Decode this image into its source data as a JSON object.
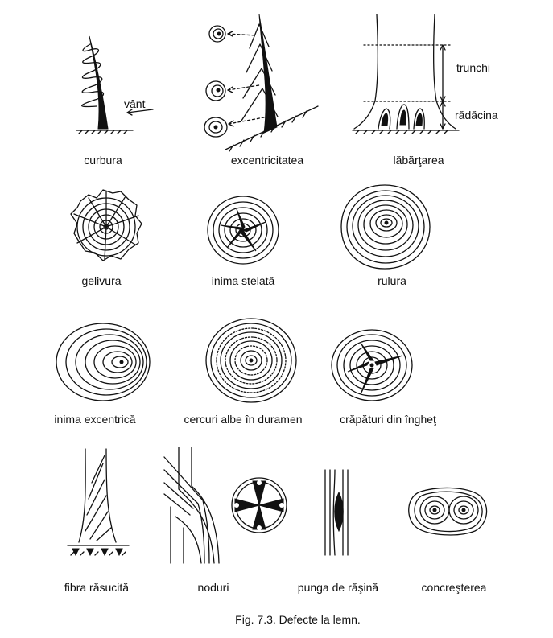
{
  "labels": {
    "curbura": "curbura",
    "vant": "vânt",
    "excentricitatea": "excentricitatea",
    "trunchi": "trunchi",
    "radacina": "rădăcina",
    "labartarea": "lăbărţarea",
    "gelivura": "gelivura",
    "inima_stelata": "inima stelată",
    "rulura": "rulura",
    "inima_excentrica": "inima excentrică",
    "cercuri_albe": "cercuri albe în duramen",
    "crapaturi": "crăpături din îngheţ",
    "fibra_rasucita": "fibra răsucită",
    "noduri": "noduri",
    "punga_rasina": "punga de răşină",
    "concresterea": "concreşterea"
  },
  "caption": "Fig. 7.3. Defecte la lemn.",
  "colors": {
    "ink": "#111111",
    "background": "#ffffff"
  }
}
